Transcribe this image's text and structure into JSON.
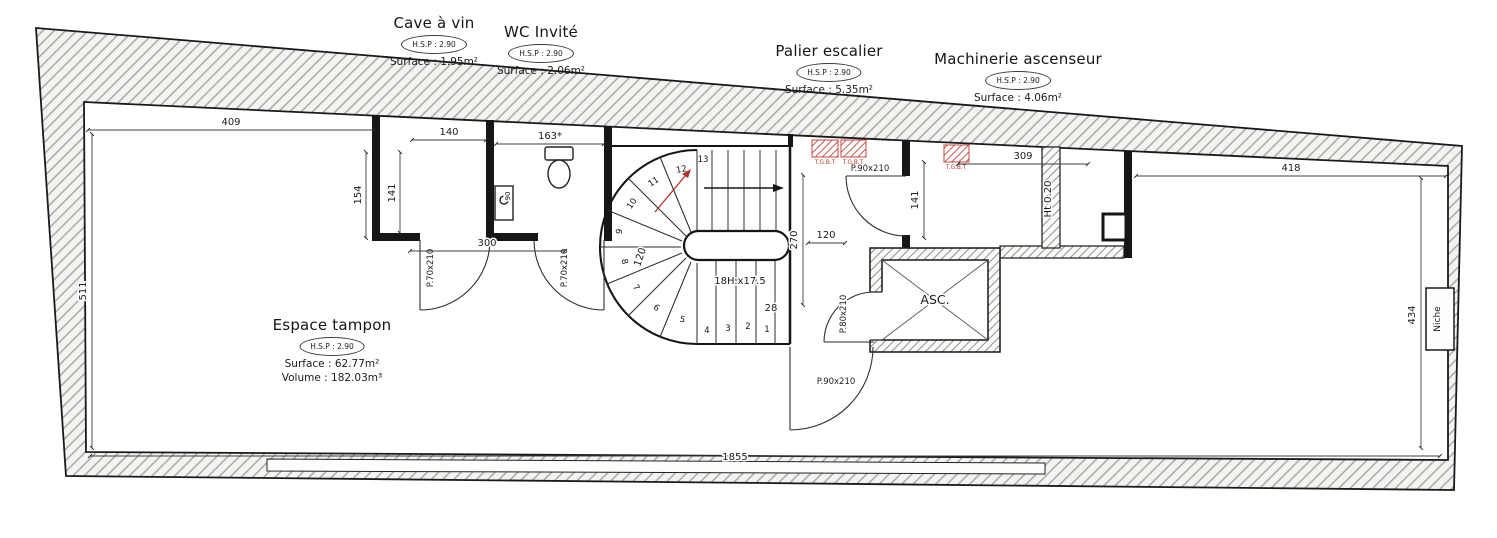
{
  "rooms": {
    "cave": {
      "name": "Cave à vin",
      "hsp": "H.S.P : 2.90",
      "surface": "Surface : 1.95m²"
    },
    "wc": {
      "name": "WC Invité",
      "hsp": "H.S.P : 2.90",
      "surface": "Surface : 2.06m²"
    },
    "palier": {
      "name": "Palier escalier",
      "hsp": "H.S.P : 2.90",
      "surface": "Surface : 5.35m²"
    },
    "machinerie": {
      "name": "Machinerie ascenseur",
      "hsp": "H.S.P : 2.90",
      "surface": "Surface : 4.06m²"
    },
    "tampon": {
      "name": "Espace tampon",
      "hsp": "H.S.P : 2.90",
      "surface": "Surface : 62.77m²",
      "volume": "Volume : 182.03m³"
    }
  },
  "dims": {
    "top_left": "409",
    "cave_width": "140",
    "wc_width": "163*",
    "cave_height_outer": "154",
    "cave_height_inner": "141",
    "opening_width": "300",
    "left_height": "511",
    "stair_width": "120",
    "palier_height": "270",
    "palier_width": "120",
    "step_depth": "28",
    "machinerie_left": "141",
    "machinerie_width": "309",
    "top_right": "418",
    "right_height": "434",
    "building_width": "1855",
    "basin": "90",
    "low_wall": "Ht 0.20"
  },
  "doors": {
    "cave": "P.70x210",
    "wc": "P.70x210",
    "palier": "P.90x210",
    "elevator": "P.80x210",
    "tampon": "P.90x210"
  },
  "stair": {
    "spec": "18H.x17.5",
    "numbers": [
      "1",
      "2",
      "3",
      "4",
      "5",
      "6",
      "7",
      "8",
      "9",
      "10",
      "11",
      "12",
      "13"
    ]
  },
  "elevator": {
    "label": "ASC."
  },
  "electrical": {
    "labels": [
      "T.G.B.T",
      "T.G.B.T",
      "T.G.B.T"
    ]
  },
  "niche": {
    "label": "Niche"
  },
  "colors": {
    "wall_hatch": "#a3a3a0",
    "red": "#c4453c",
    "ink": "#161616"
  }
}
